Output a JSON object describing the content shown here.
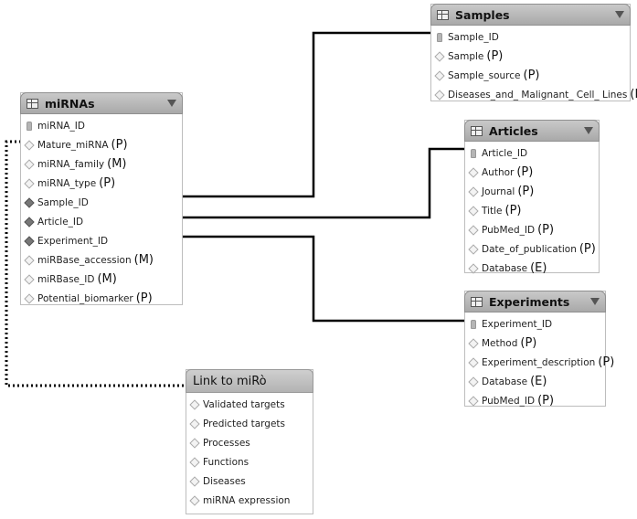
{
  "entities": {
    "mirnas": {
      "title": "miRNAs",
      "fields": [
        {
          "name": "miRNA_ID",
          "tag": ""
        },
        {
          "name": "Mature_miRNA",
          "tag": "(P)"
        },
        {
          "name": "miRNA_family",
          "tag": "(M)"
        },
        {
          "name": "miRNA_type",
          "tag": "(P)"
        },
        {
          "name": "Sample_ID",
          "tag": ""
        },
        {
          "name": "Article_ID",
          "tag": ""
        },
        {
          "name": "Experiment_ID",
          "tag": ""
        },
        {
          "name": "miRBase_accession",
          "tag": "(M)"
        },
        {
          "name": "miRBase_ID",
          "tag": "(M)"
        },
        {
          "name": "Potential_biomarker",
          "tag": "(P)"
        }
      ]
    },
    "samples": {
      "title": "Samples",
      "fields": [
        {
          "name": "Sample_ID",
          "tag": ""
        },
        {
          "name": "Sample",
          "tag": "(P)"
        },
        {
          "name": "Sample_source",
          "tag": "(P)"
        },
        {
          "name": "Diseases_and_ Malignant_ Cell_ Lines",
          "tag": "(P)"
        }
      ]
    },
    "articles": {
      "title": "Articles",
      "fields": [
        {
          "name": "Article_ID",
          "tag": ""
        },
        {
          "name": "Author",
          "tag": "(P)"
        },
        {
          "name": "Journal",
          "tag": "(P)"
        },
        {
          "name": "Title",
          "tag": "(P)"
        },
        {
          "name": "PubMed_ID",
          "tag": "(P)"
        },
        {
          "name": "Date_of_publication",
          "tag": "(P)"
        },
        {
          "name": "Database",
          "tag": "(E)"
        }
      ]
    },
    "experiments": {
      "title": "Experiments",
      "fields": [
        {
          "name": "Experiment_ID",
          "tag": ""
        },
        {
          "name": "Method",
          "tag": "(P)"
        },
        {
          "name": "Experiment_description",
          "tag": "(P)"
        },
        {
          "name": "Database",
          "tag": "(E)"
        },
        {
          "name": "PubMed_ID",
          "tag": "(P)"
        }
      ]
    },
    "link": {
      "title": "Link to miRò",
      "fields": [
        {
          "name": "Validated targets",
          "tag": ""
        },
        {
          "name": "Predicted targets",
          "tag": ""
        },
        {
          "name": "Processes",
          "tag": ""
        },
        {
          "name": "Functions",
          "tag": ""
        },
        {
          "name": "Diseases",
          "tag": ""
        },
        {
          "name": "miRNA expression",
          "tag": ""
        }
      ]
    }
  }
}
